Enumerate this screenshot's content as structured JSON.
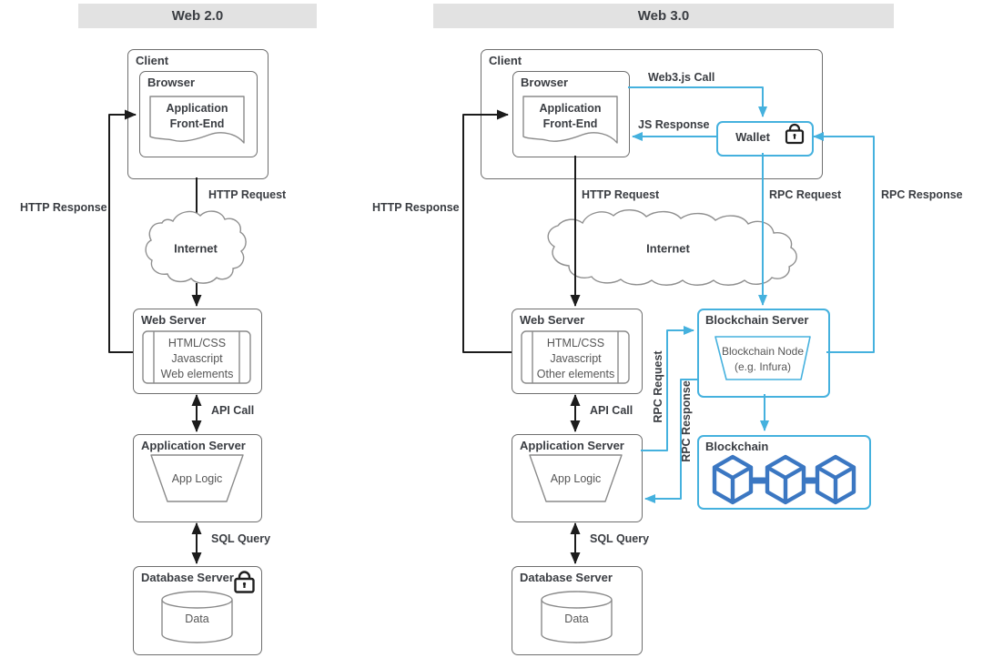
{
  "web2": {
    "title": "Web 2.0",
    "client": "Client",
    "browser": "Browser",
    "frontend": "Application Front-End",
    "http_request": "HTTP Request",
    "http_response": "HTTP Response",
    "internet": "Internet",
    "web_server": "Web Server",
    "web_server_contents": [
      "HTML/CSS",
      "Javascript",
      "Web elements"
    ],
    "api_call": "API Call",
    "app_server": "Application Server",
    "app_logic": "App Logic",
    "sql_query": "SQL Query",
    "db_server": "Database Server",
    "data": "Data"
  },
  "web3": {
    "title": "Web 3.0",
    "client": "Client",
    "browser": "Browser",
    "frontend": "Application Front-End",
    "web3js_call": "Web3.js Call",
    "js_response": "JS Response",
    "wallet": "Wallet",
    "http_request": "HTTP Request",
    "http_response": "HTTP Response",
    "rpc_request": "RPC Request",
    "rpc_response": "RPC Response",
    "internet": "Internet",
    "web_server": "Web Server",
    "web_server_contents": [
      "HTML/CSS",
      "Javascript",
      "Other elements"
    ],
    "api_call": "API Call",
    "app_server": "Application Server",
    "app_logic": "App Logic",
    "blockchain_server": "Blockchain Server",
    "blockchain_node": "Blockchain Node (e.g. Infura)",
    "blockchain": "Blockchain",
    "sql_query": "SQL Query",
    "db_server": "Database Server",
    "data": "Data"
  },
  "colors": {
    "accent_blue": "#45b1de",
    "cube_blue": "#3b77c2",
    "line_black": "#1c1c1c",
    "border_gray": "#6e6e6e",
    "header_bg": "#e2e2e2"
  }
}
